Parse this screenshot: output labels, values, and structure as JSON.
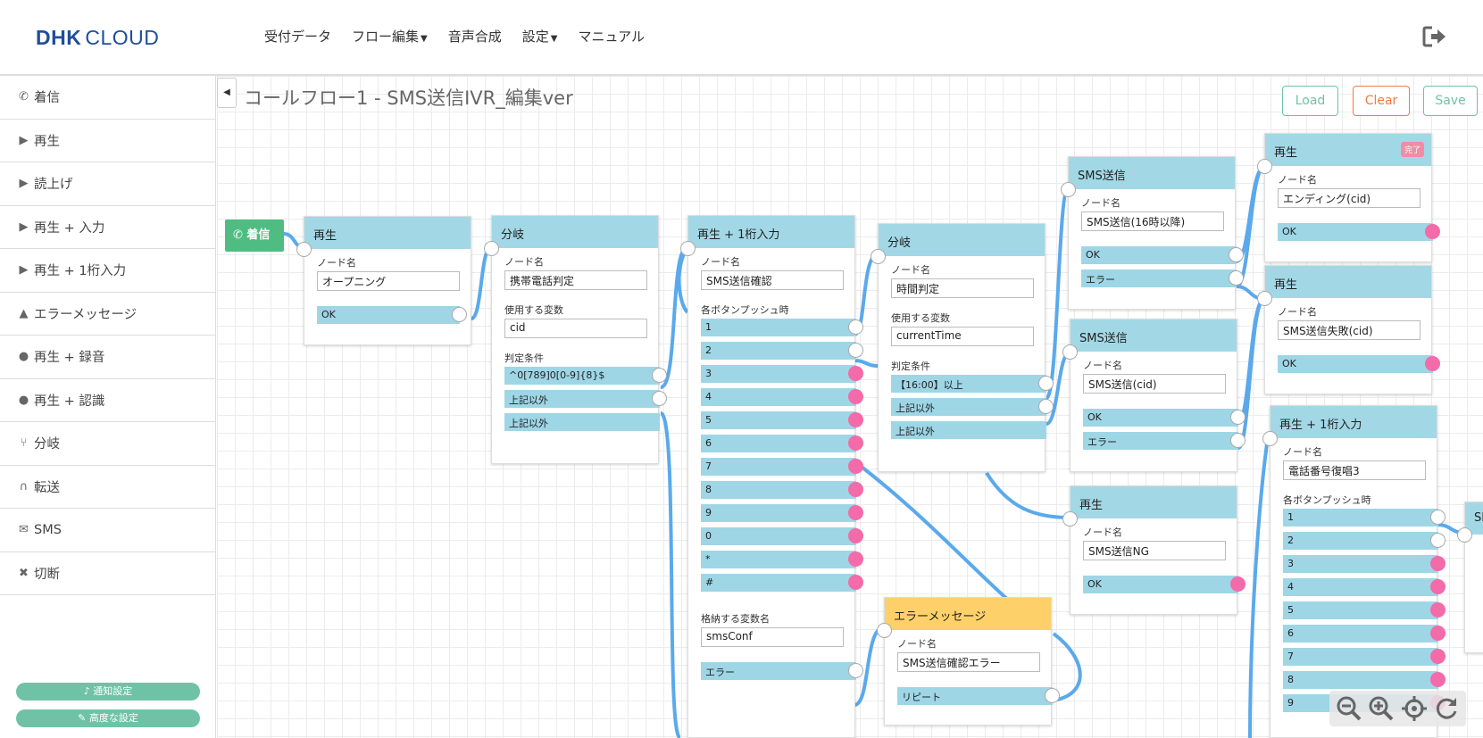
{
  "header": {
    "logo_dhk": "DHK",
    "logo_cloud": "CLOUD",
    "nav": [
      {
        "label": "受付データ",
        "dropdown": false
      },
      {
        "label": "フロー編集",
        "dropdown": true
      },
      {
        "label": "音声合成",
        "dropdown": false
      },
      {
        "label": "設定",
        "dropdown": true
      },
      {
        "label": "マニュアル",
        "dropdown": false
      }
    ],
    "logout_icon": "sign-out-icon"
  },
  "sidebar": {
    "items": [
      {
        "icon": "phone-icon",
        "label": "着信"
      },
      {
        "icon": "play-icon",
        "label": "再生"
      },
      {
        "icon": "play-icon",
        "label": "読上げ"
      },
      {
        "icon": "play-icon",
        "label": "再生 + 入力"
      },
      {
        "icon": "play-icon",
        "label": "再生 + 1桁入力"
      },
      {
        "icon": "warning-icon",
        "label": "エラーメッセージ"
      },
      {
        "icon": "record-icon",
        "label": "再生 + 録音"
      },
      {
        "icon": "record-icon",
        "label": "再生 + 認識"
      },
      {
        "icon": "branch-icon",
        "label": "分岐"
      },
      {
        "icon": "headset-icon",
        "label": "転送"
      },
      {
        "icon": "envelope-icon",
        "label": "SMS"
      },
      {
        "icon": "hangup-icon",
        "label": "切断"
      }
    ],
    "notify_button": "通知設定",
    "advanced_button": "高度な設定"
  },
  "toolbar": {
    "title": "コールフロー1 - SMS送信IVR_編集ver",
    "load": "Load",
    "clear": "Clear",
    "save": "Save"
  },
  "colors": {
    "accent_green": "#6fc2a6",
    "clear_orange": "#f07b45",
    "node_header": "#a2d8e6",
    "error_header": "#fdd06a",
    "port_pink": "#f36ba8",
    "wire": "#5aa9ec"
  },
  "nodes": {
    "start": {
      "label": "着信"
    },
    "play1": {
      "type": "再生",
      "name_label": "ノード名",
      "name": "オープニング",
      "outputs": [
        "OK"
      ]
    },
    "branch1": {
      "type": "分岐",
      "name_label": "ノード名",
      "name": "携帯電話判定",
      "var_label": "使用する変数",
      "var": "cid",
      "cond_label": "判定条件",
      "outputs": [
        "^0[789]0[0-9]{8}$",
        "上記以外",
        "上記以外"
      ]
    },
    "digit1": {
      "type": "再生 + 1桁入力",
      "name_label": "ノード名",
      "name": "SMS送信確認",
      "push_label": "各ボタンプッシュ時",
      "outputs": [
        "1",
        "2",
        "3",
        "4",
        "5",
        "6",
        "7",
        "8",
        "9",
        "0",
        "*",
        "#"
      ],
      "store_label": "格納する変数名",
      "store": "smsConf",
      "error_output": "エラー"
    },
    "branch2": {
      "type": "分岐",
      "name_label": "ノード名",
      "name": "時間判定",
      "var_label": "使用する変数",
      "var": "currentTime",
      "cond_label": "判定条件",
      "outputs": [
        "【16:00】以上",
        "上記以外",
        "上記以外"
      ]
    },
    "sms1": {
      "type": "SMS送信",
      "name_label": "ノード名",
      "name": "SMS送信(16時以降)",
      "outputs": [
        "OK",
        "エラー"
      ]
    },
    "sms2": {
      "type": "SMS送信",
      "name_label": "ノード名",
      "name": "SMS送信(cid)",
      "outputs": [
        "OK",
        "エラー"
      ]
    },
    "play_ng": {
      "type": "再生",
      "name_label": "ノード名",
      "name": "SMS送信NG",
      "outputs": [
        "OK"
      ]
    },
    "error1": {
      "type": "エラーメッセージ",
      "name_label": "ノード名",
      "name": "SMS送信確認エラー",
      "outputs": [
        "リピート"
      ]
    },
    "play_end": {
      "type": "再生",
      "badge": "完了",
      "name_label": "ノード名",
      "name": "エンディング(cid)",
      "outputs": [
        "OK"
      ]
    },
    "play_fail": {
      "type": "再生",
      "name_label": "ノード名",
      "name": "SMS送信失敗(cid)",
      "outputs": [
        "OK"
      ]
    },
    "digit2": {
      "type": "再生 + 1桁入力",
      "name_label": "ノード名",
      "name": "電話番号復唱3",
      "push_label": "各ボタンプッシュ時",
      "outputs": [
        "1",
        "2",
        "3",
        "4",
        "5",
        "6",
        "7",
        "8",
        "9"
      ]
    },
    "partial": {
      "type": "SM"
    }
  },
  "zoom_controls": [
    "zoom-out-icon",
    "zoom-in-icon",
    "crosshair-icon",
    "refresh-icon"
  ]
}
